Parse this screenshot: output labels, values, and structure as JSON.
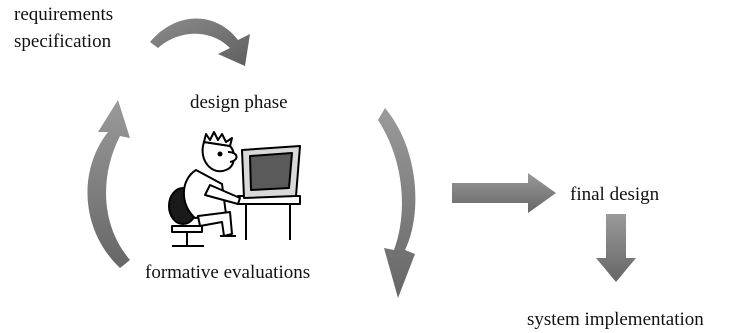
{
  "diagram": {
    "labels": {
      "requirements_line1": "requirements",
      "requirements_line2": "specification",
      "design_phase": "design phase",
      "formative_evaluations": "formative evaluations",
      "final_design": "final design",
      "system_implementation": "system implementation"
    },
    "illustration": "person-at-computer-icon",
    "colors": {
      "arrow_fill": "#6f6f6f",
      "arrow_light": "#9a9a9a",
      "text": "#111111"
    }
  }
}
